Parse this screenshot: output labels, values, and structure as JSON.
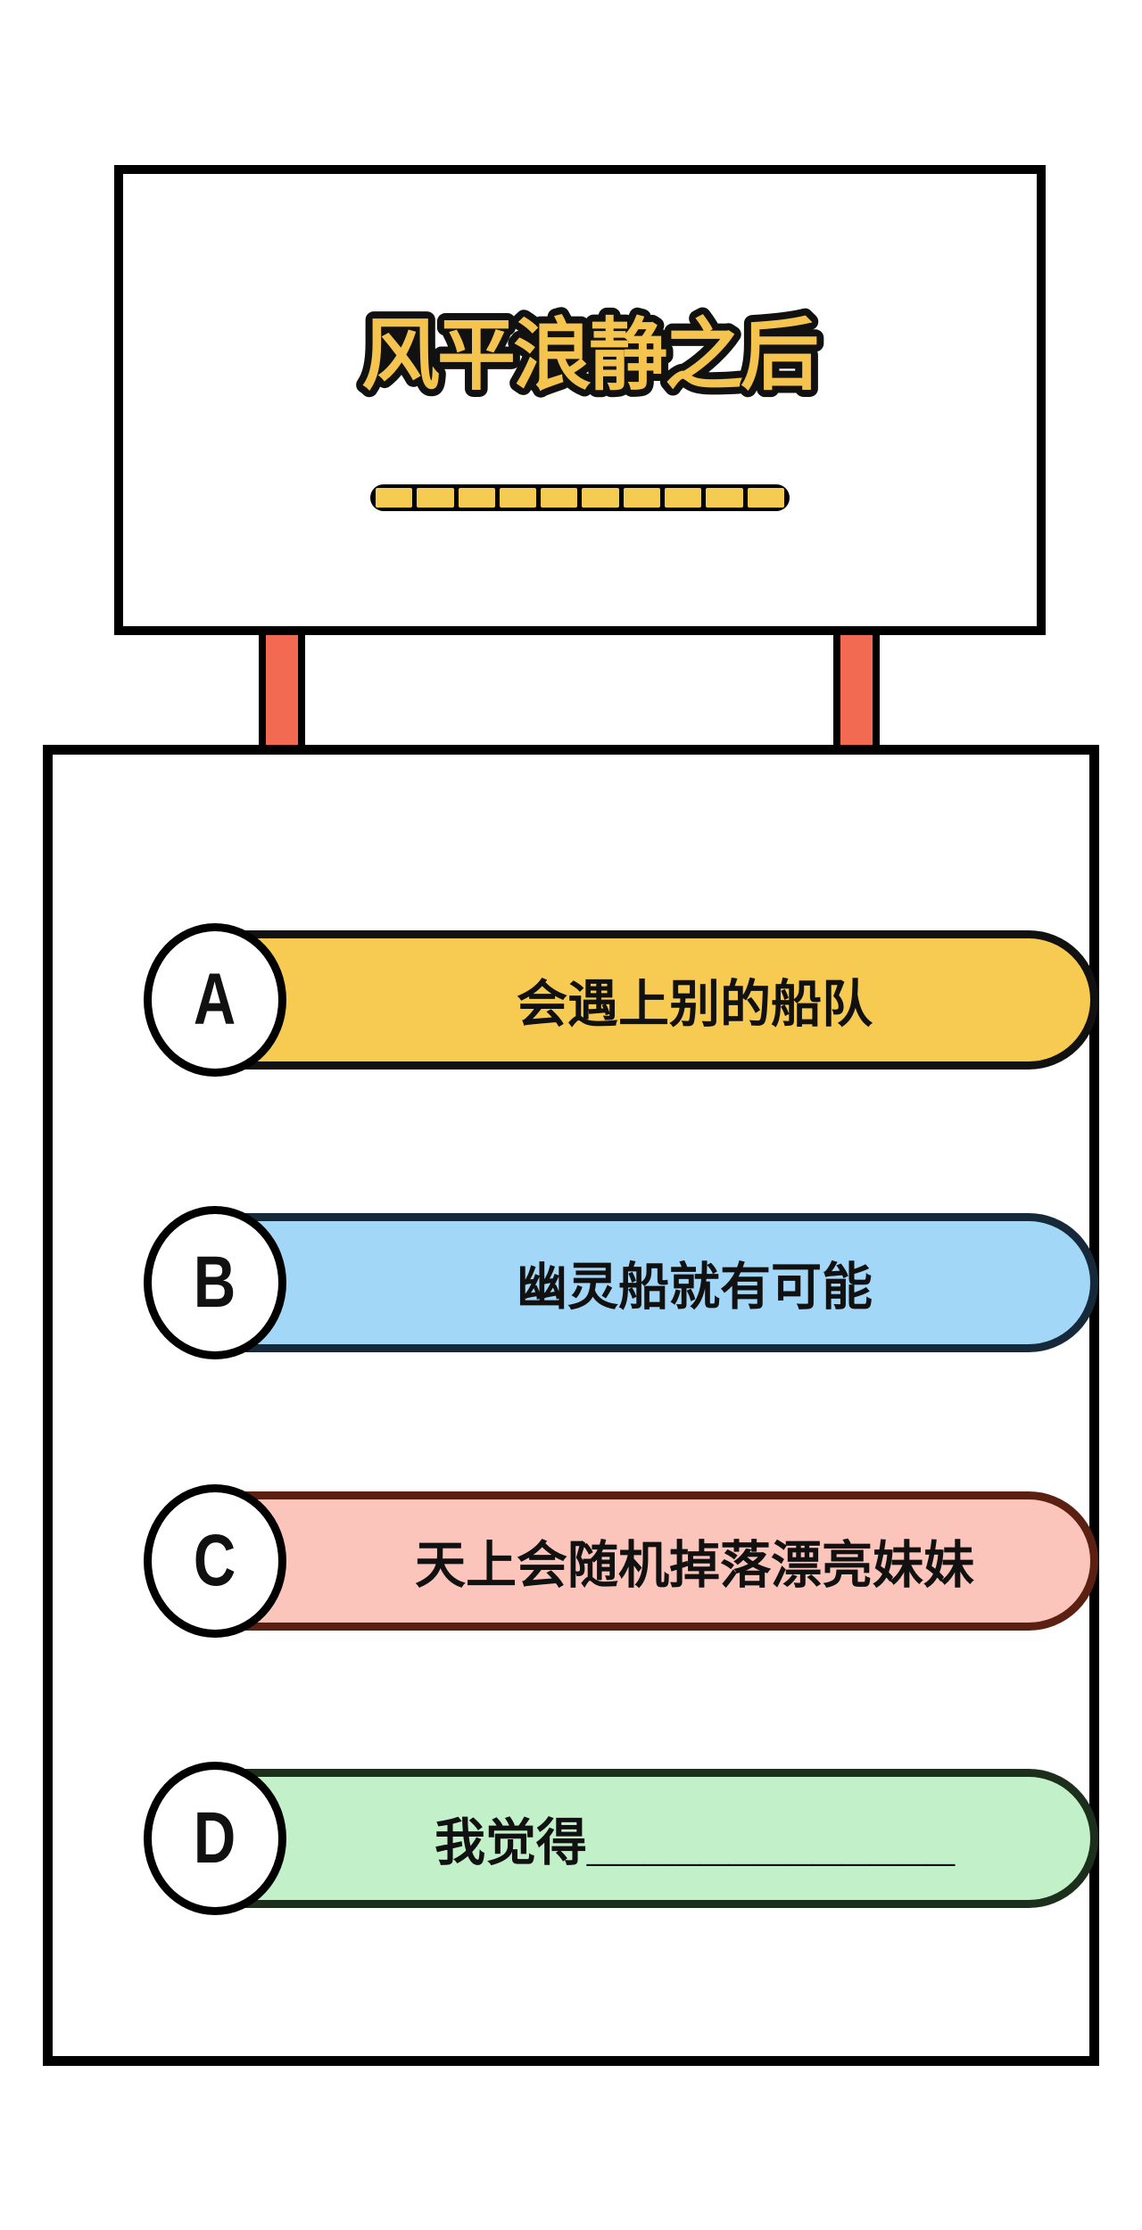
{
  "page": {
    "background": "#ffffff"
  },
  "sign": {
    "title": "风平浪静之后",
    "title_fill": "#F4C44F",
    "title_outline": "#111111",
    "underline_segments": 10,
    "underline_fill": "#F6CB52",
    "underline_outline": "#000000"
  },
  "posts": {
    "color": "#F26A52",
    "outline": "#000000"
  },
  "options": [
    {
      "letter": "A",
      "label": "会遇上别的船队",
      "fill": "#F7CB52",
      "outline": "#111111"
    },
    {
      "letter": "B",
      "label": "幽灵船就有可能",
      "fill": "#A3D7F7",
      "outline": "#16293A"
    },
    {
      "letter": "C",
      "label": "天上会随机掉落漂亮妹妹",
      "fill": "#FCC5BC",
      "outline": "#5C2013"
    },
    {
      "letter": "D",
      "label": "我觉得_____________",
      "fill": "#C2F0C8",
      "outline": "#1C2F1C"
    }
  ]
}
